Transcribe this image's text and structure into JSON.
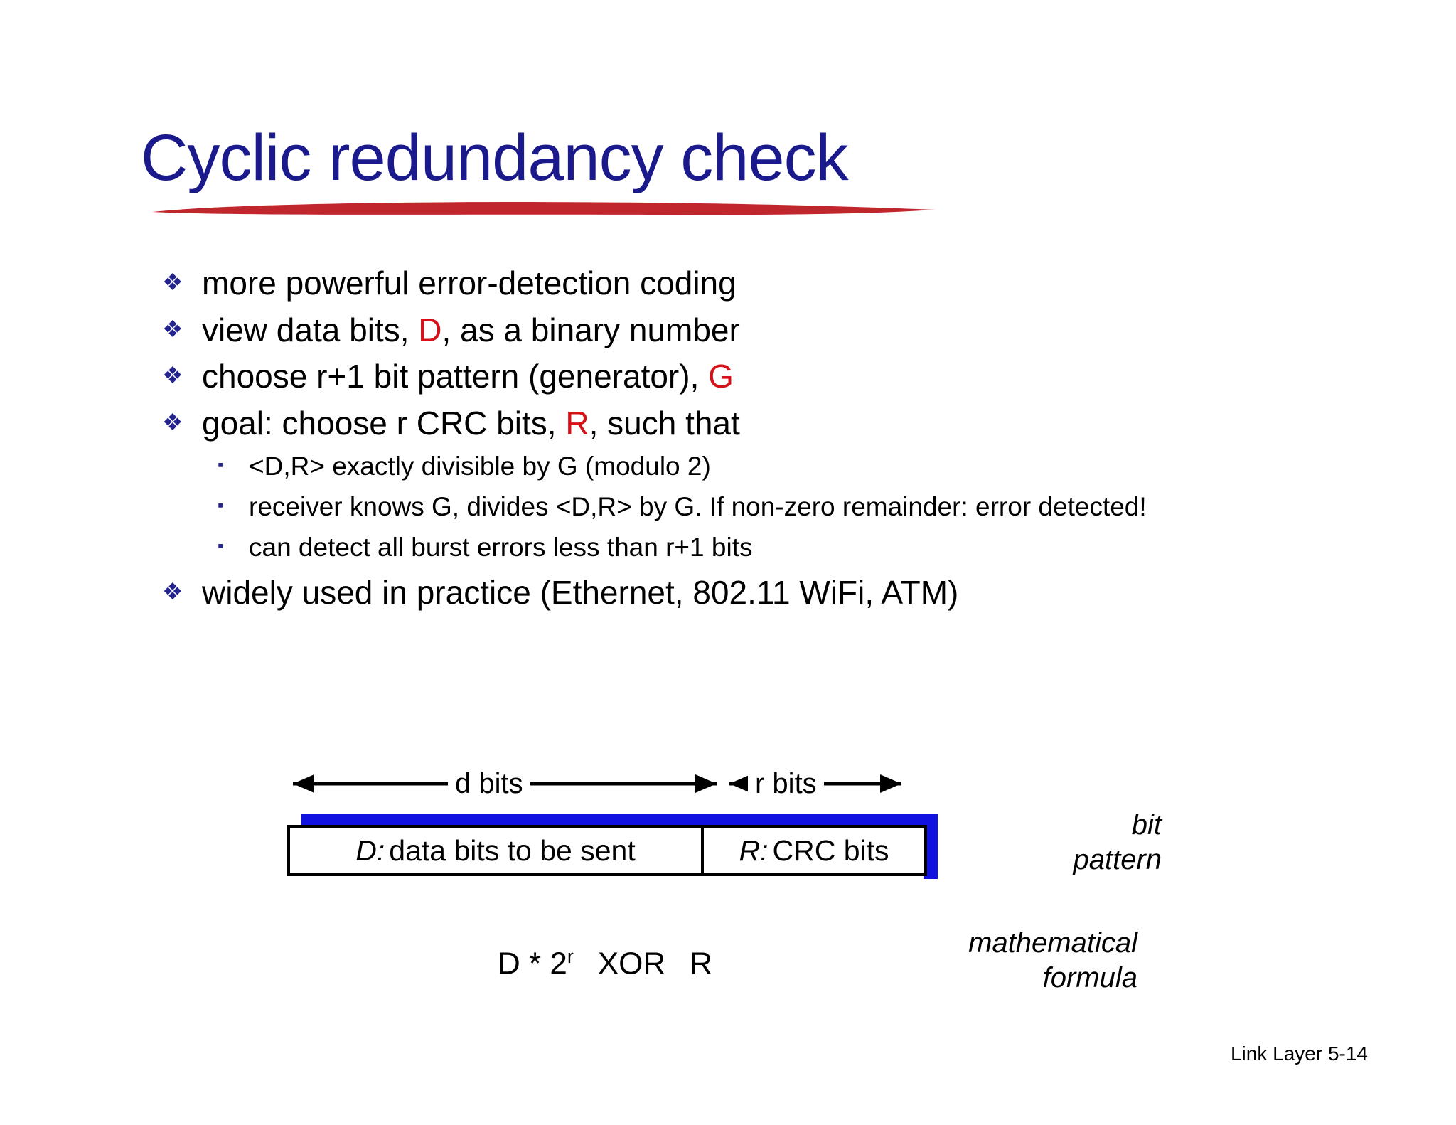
{
  "slide": {
    "title": "Cyclic redundancy check",
    "title_color": "#1a1a8c",
    "underline_color": "#c0272d",
    "accent_red": "#d41116",
    "marker_blue": "#24248f",
    "bar_blue": "#1111e0"
  },
  "bullets": [
    {
      "marker": "diamond-bullet-icon",
      "glyph": "❖",
      "text": "more powerful error-detection coding"
    },
    {
      "marker": "diamond-bullet-icon",
      "glyph": "❖",
      "pre": "view data bits, ",
      "highlight": "D",
      "post": ", as a binary number"
    },
    {
      "marker": "diamond-bullet-icon",
      "glyph": "❖",
      "pre": "choose r+1 bit pattern (generator), ",
      "highlight": "G",
      "post": ""
    },
    {
      "marker": "diamond-bullet-icon",
      "glyph": "❖",
      "pre": "goal: choose r CRC bits, ",
      "highlight": "R",
      "post": ", such that"
    }
  ],
  "subbullets": [
    {
      "marker": "square-bullet-icon",
      "glyph": "▪",
      "text": "<D,R> exactly divisible by G (modulo 2)"
    },
    {
      "marker": "square-bullet-icon",
      "glyph": "▪",
      "text": "receiver knows G, divides <D,R> by G.  If non-zero remainder: error detected!"
    },
    {
      "marker": "square-bullet-icon",
      "glyph": "▪",
      "text": "can detect all burst errors less than r+1 bits"
    }
  ],
  "last_bullet": {
    "marker": "diamond-bullet-icon",
    "glyph": "❖",
    "text": "widely used in practice (Ethernet, 802.11 WiFi, ATM)"
  },
  "diagram": {
    "d_bits_label": "d bits",
    "r_bits_label": "r bits",
    "data_cell_prefix": "D:",
    "data_cell_text": "data bits to be sent",
    "crc_cell_prefix": "R:",
    "crc_cell_text": "CRC bits",
    "bit_pattern_note_line1": "bit",
    "bit_pattern_note_line2": "pattern",
    "formula_base": "D * 2",
    "formula_exponent": "r",
    "formula_op": "XOR",
    "formula_operand": "R",
    "math_note_line1": "mathematical",
    "math_note_line2": "formula"
  },
  "footer": {
    "text": "Link Layer  5-14"
  }
}
